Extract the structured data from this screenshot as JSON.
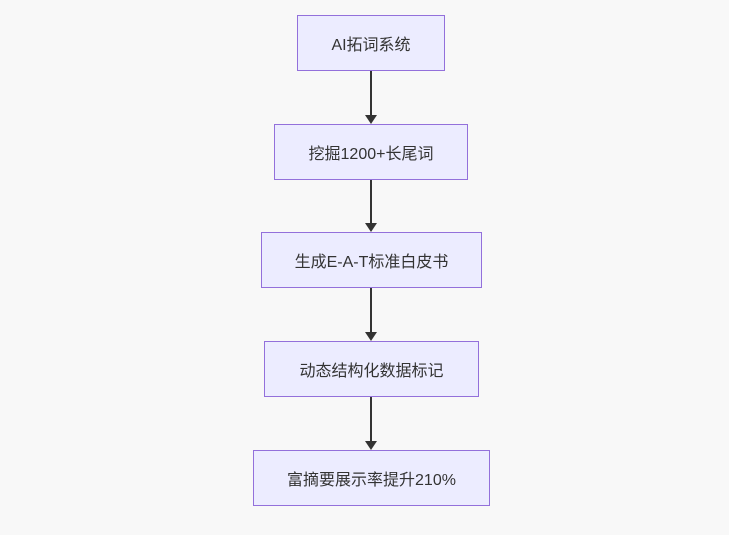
{
  "diagram": {
    "type": "flowchart",
    "direction": "top-down",
    "nodes": [
      {
        "id": "step-1",
        "label": "AI拓词系统"
      },
      {
        "id": "step-2",
        "label": "挖掘1200+长尾词"
      },
      {
        "id": "step-3",
        "label": "生成E-A-T标准白皮书"
      },
      {
        "id": "step-4",
        "label": "动态结构化数据标记"
      },
      {
        "id": "step-5",
        "label": "富摘要展示率提升210%"
      }
    ],
    "edges": [
      {
        "from": "step-1",
        "to": "step-2"
      },
      {
        "from": "step-2",
        "to": "step-3"
      },
      {
        "from": "step-3",
        "to": "step-4"
      },
      {
        "from": "step-4",
        "to": "step-5"
      }
    ],
    "colors": {
      "background": "#f8f8f8",
      "node_fill": "#ececff",
      "node_border": "#9370db",
      "node_text": "#333333",
      "arrow": "#333333"
    }
  }
}
